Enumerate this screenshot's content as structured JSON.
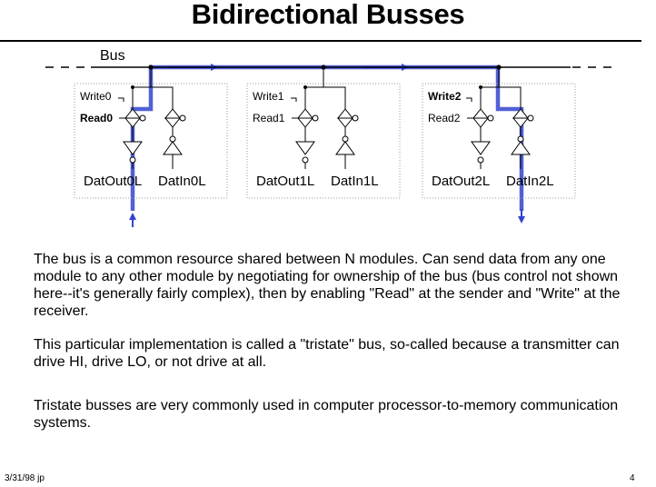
{
  "title": "Bidirectional Busses",
  "bus_label": "Bus",
  "modules": [
    {
      "write": "Write0",
      "read": "Read0",
      "out": "DatOut0L",
      "in": "DatIn0L"
    },
    {
      "write": "Write1",
      "read": "Read1",
      "out": "DatOut1L",
      "in": "DatIn1L"
    },
    {
      "write": "Write2",
      "read": "Read2",
      "out": "DatOut2L",
      "in": "DatIn2L"
    }
  ],
  "paragraphs": [
    "The bus is a common resource shared between N modules.  Can send data from any one module to any other module by negotiating for ownership of the bus (bus control not shown here--it's generally fairly complex), then by enabling \"Read\" at the sender and \"Write\" at the receiver.",
    "This particular implementation is called a \"tristate\" bus, so-called because a transmitter can drive HI, drive LO, or not drive at all.",
    "Tristate busses are very commonly used in computer processor-to-memory communication systems."
  ],
  "footer": {
    "left": "3/31/98 jp",
    "right": "4"
  },
  "colors": {
    "flow_arrow": "#3344cc",
    "wire": "#000000",
    "box_border": "#999999"
  }
}
